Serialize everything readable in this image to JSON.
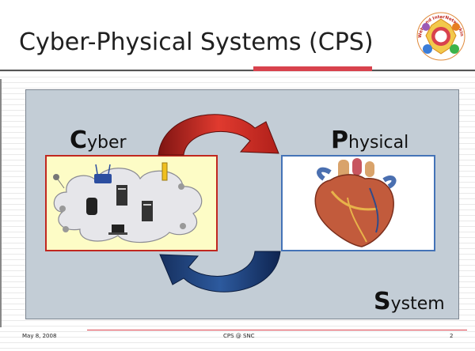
{
  "slide": {
    "title": "Cyber-Physical Systems (CPS)",
    "logo_icon": "wing-logo-icon",
    "logo_text": "Web and InterNetworking Group"
  },
  "diagram": {
    "cyber_initial": "C",
    "cyber_rest": "yber",
    "physical_initial": "P",
    "physical_rest": "hysical",
    "system_initial": "S",
    "system_rest": "ystem",
    "cyber_image_icon": "network-cloud-icon",
    "physical_image_icon": "human-heart-icon",
    "forward_arrow_icon": "curved-arrow-right-icon",
    "feedback_arrow_icon": "curved-arrow-left-icon"
  },
  "footer": {
    "date": "May 8, 2008",
    "center": "CPS @ SNC",
    "page": "2"
  },
  "colors": {
    "accent_red": "#d8424d",
    "panel_bg": "#c3cdd6",
    "arrow_red": "#c0271f",
    "arrow_blue": "#1f3a6e"
  }
}
